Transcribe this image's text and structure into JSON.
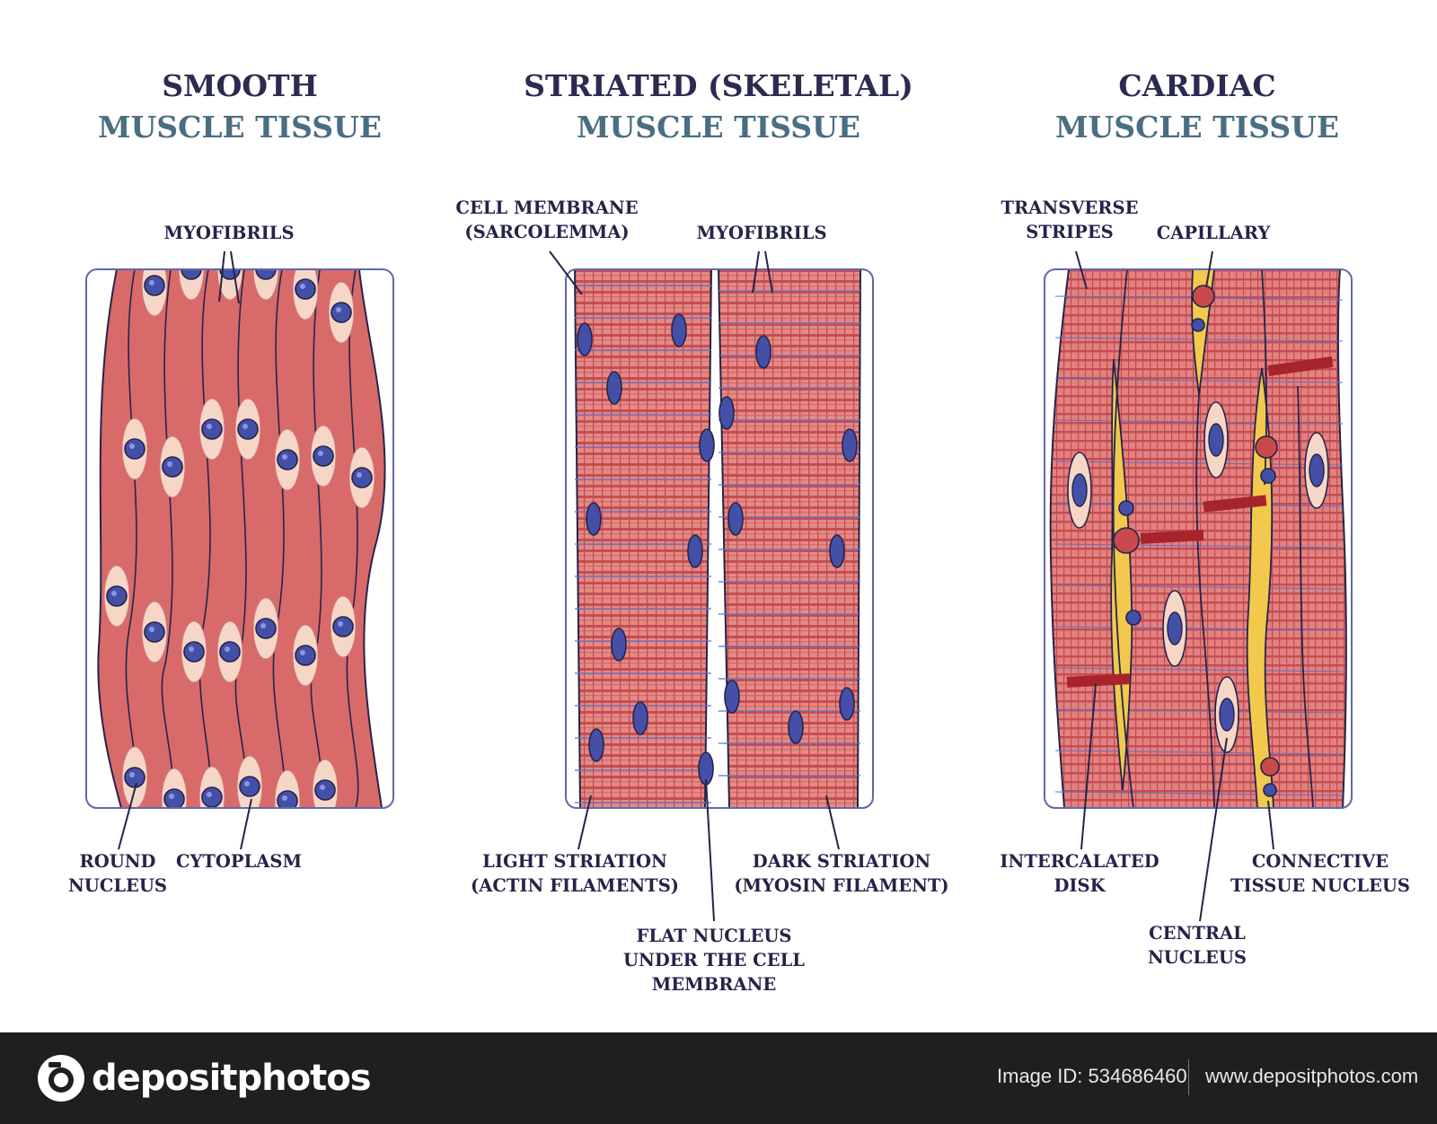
{
  "panels": [
    {
      "title_line1": "SMOOTH",
      "title_line2": "MUSCLE TISSUE"
    },
    {
      "title_line1": "STRIATED (SKELETAL)",
      "title_line2": "MUSCLE TISSUE"
    },
    {
      "title_line1": "CARDIAC",
      "title_line2": "MUSCLE TISSUE"
    }
  ],
  "labels": {
    "smooth_myofibrils": "MYOFIBRILS",
    "round_nucleus": [
      "ROUND",
      "NUCLEUS"
    ],
    "cytoplasm": "CYTOPLASM",
    "cell_membrane": [
      "CELL MEMBRANE",
      "(SARCOLEMMA)"
    ],
    "striated_myofibrils": "MYOFIBRILS",
    "light_striation": [
      "LIGHT STRIATION",
      "(ACTIN FILAMENTS)"
    ],
    "flat_nucleus": [
      "FLAT NUCLEUS",
      "UNDER THE CELL",
      "MEMBRANE"
    ],
    "dark_striation": [
      "DARK STRIATION",
      "(MYOSIN FILAMENT)"
    ],
    "transverse_stripes": [
      "TRANSVERSE",
      "STRIPES"
    ],
    "capillary": "CAPILLARY",
    "intercalated_disk": [
      "INTERCALATED",
      "DISK"
    ],
    "central_nucleus": [
      "CENTRAL",
      "NUCLEUS"
    ],
    "connective_tissue_nucleus": [
      "CONNECTIVE",
      "TISSUE NUCLEUS"
    ]
  },
  "footer": {
    "logo_text": "depositphotos",
    "image_id": "Image ID: 534686460",
    "site": "www.depositphotos.com"
  },
  "colors": {
    "muscle": "#d96a6a",
    "muscle_light": "#e99a92",
    "stripe_dark": "#c0474a",
    "stripe_blue": "#6272c4",
    "nucleus": "#4450a8",
    "nucleus_halo": "#f6d6c6",
    "capillary": "#f2c94c",
    "disk": "#a8242b",
    "outline": "#24244a",
    "frame": "#5f6aa8"
  }
}
